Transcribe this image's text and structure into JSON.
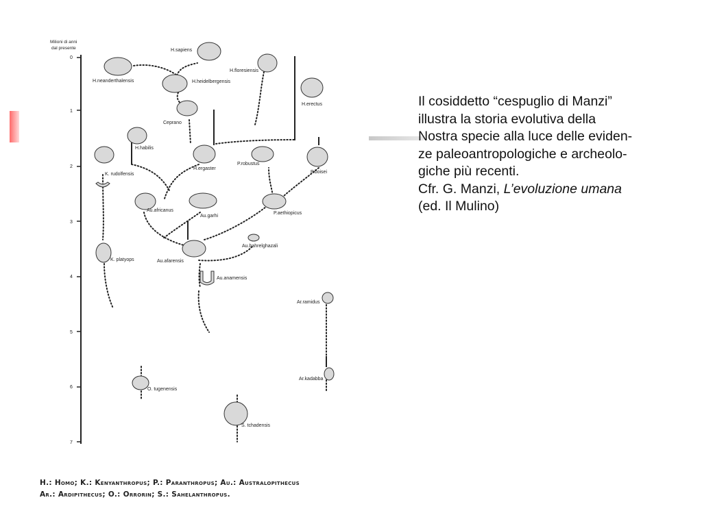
{
  "axis": {
    "title_line1": "Milioni di anni",
    "title_line2": "dal presente",
    "ticks": [
      "0",
      "1",
      "2",
      "3",
      "4",
      "5",
      "6",
      "7"
    ]
  },
  "species": {
    "h_sapiens": "H.sapiens",
    "h_neanderthalensis": "H.neanderthalensis",
    "h_heidelbergensis": "H.heidelbergensis",
    "h_floresiensis": "H.floresiensis",
    "h_erectus": "H.erectus",
    "ceprano": "Ceprano",
    "h_habilis": "H.habilis",
    "h_ergaster": "H.ergaster",
    "p_robustus": "P.robustus",
    "p_boisei": "P.boisei",
    "k_rudolfensis": "K. rudolfensis",
    "au_africanus": "Au.africanus",
    "au_garhi": "Au.garhi",
    "p_aethiopicus": "P.aethiopicus",
    "au_bahrelghazali": "Au.bahrelghazali",
    "k_platyops": "K. platyops",
    "au_afarensis": "Au.afarensis",
    "au_anamensis": "Au.anamensis",
    "ar_ramidus": "Ar.ramidus",
    "ar_kadabba": "Ar.kadabba",
    "o_tugenensis": "O. tugenensis",
    "s_tchadensis": "S. tchadensis"
  },
  "legend": {
    "line1": "H.: Homo; K.: Kenyanthropus; P.: Paranthropus; Au.: Australopithecus",
    "line2": "Ar.: Ardipithecus; O.: Orrorin; S.: Sahelanthropus."
  },
  "text": {
    "line1": "Il cosiddetto “cespuglio di Manzi”",
    "line2": "illustra la storia evolutiva della",
    "line3": "Nostra specie alla luce delle eviden-",
    "line4": "ze paleoantropologiche e archeolo-",
    "line5": "giche più recenti.",
    "cfr_prefix": "Cfr. G. Manzi, ",
    "book_title": "L’evoluzione umana",
    "publisher": "(ed. Il Mulino)"
  },
  "colors": {
    "ink": "#222222",
    "skull_fill": "#d9d9d9",
    "accent_red": "#ff6a6a"
  }
}
